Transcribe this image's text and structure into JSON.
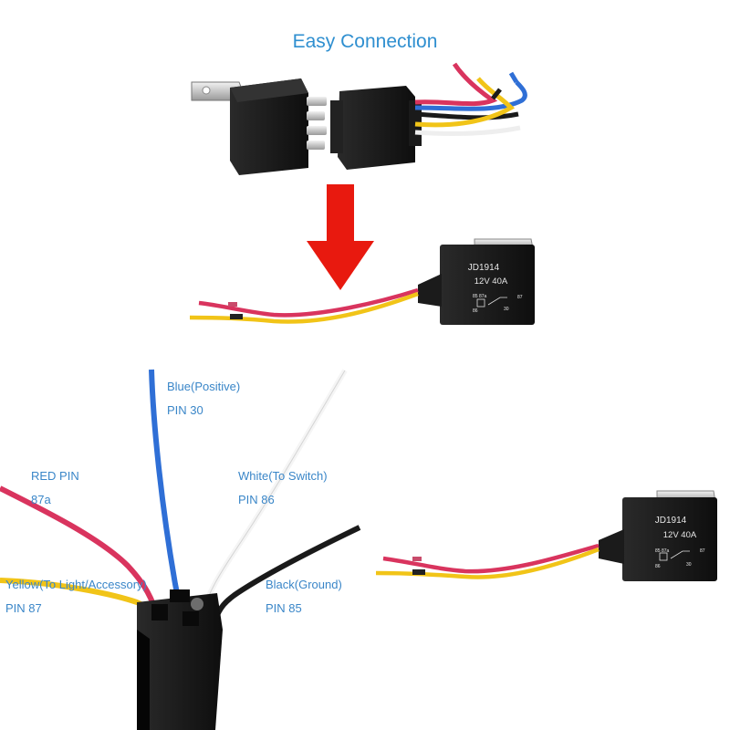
{
  "title": "Easy Connection",
  "colors": {
    "accent_text": "#2f8fd0",
    "arrow": "#e8190f",
    "wire_red": "#d9345e",
    "wire_yellow": "#f1c418",
    "wire_blue": "#2f6fd6",
    "wire_white": "#f4f4f4",
    "wire_black": "#1a1a1a",
    "relay_body": "#1b1b1b"
  },
  "relay": {
    "model": "JD1914",
    "rating": "12V  40A",
    "pins_top": "85 87a",
    "pin_87": "87",
    "pin_86": "86",
    "pin_30": "30"
  },
  "wires": [
    {
      "name": "Blue(Positive)",
      "pin": "PIN 30"
    },
    {
      "name": "White(To Switch)",
      "pin": "PIN 86"
    },
    {
      "name": "RED PIN",
      "pin": "87a"
    },
    {
      "name": "Yellow(To Light/Accessory)",
      "pin": "PIN 87"
    },
    {
      "name": "Black(Ground)",
      "pin": "PIN 85"
    }
  ],
  "icons": {
    "arrow": "down-arrow-icon"
  }
}
